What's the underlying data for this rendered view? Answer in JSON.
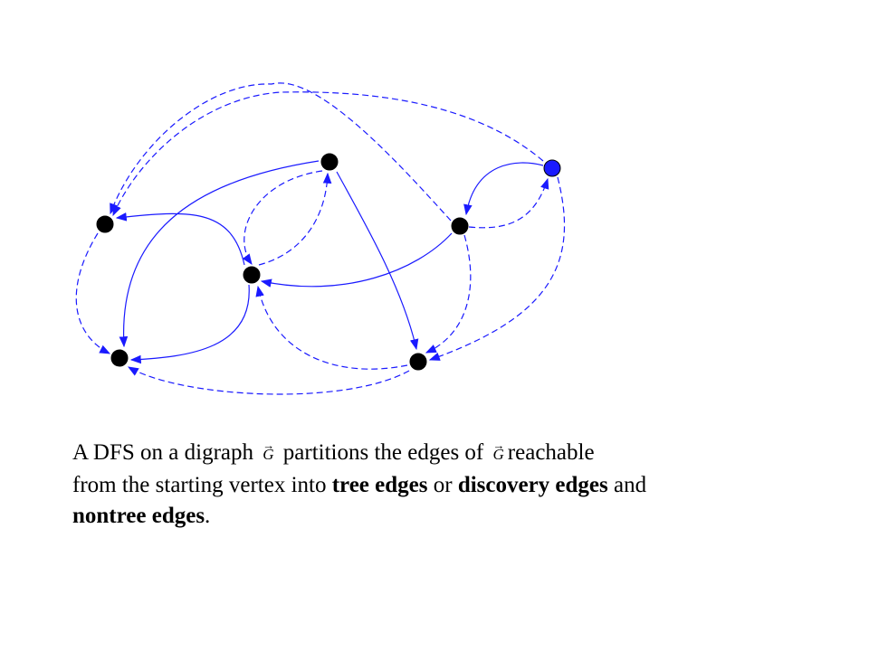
{
  "colors": {
    "edge": "#1a1aff",
    "vertex": "#000000",
    "start_vertex": "#1a1aff"
  },
  "diagram": {
    "vertices": [
      {
        "id": "a",
        "start": false
      },
      {
        "id": "b",
        "start": false
      },
      {
        "id": "c",
        "start": false
      },
      {
        "id": "d",
        "start": false
      },
      {
        "id": "e",
        "start": false
      },
      {
        "id": "f",
        "start": false
      },
      {
        "id": "g",
        "start": true
      }
    ],
    "tree_edges": [
      {
        "from": "g",
        "to": "e"
      },
      {
        "from": "e",
        "to": "c"
      },
      {
        "from": "c",
        "to": "a"
      },
      {
        "from": "c",
        "to": "d"
      },
      {
        "from": "d",
        "to": "b"
      },
      {
        "from": "b",
        "to": "f"
      }
    ],
    "nontree_edges": [
      {
        "from": "e",
        "to": "g"
      },
      {
        "from": "e",
        "to": "a"
      },
      {
        "from": "e",
        "to": "f"
      },
      {
        "from": "g",
        "to": "a"
      },
      {
        "from": "g",
        "to": "f"
      },
      {
        "from": "a",
        "to": "d"
      },
      {
        "from": "c",
        "to": "b"
      },
      {
        "from": "b",
        "to": "c"
      },
      {
        "from": "f",
        "to": "c"
      },
      {
        "from": "f",
        "to": "d"
      }
    ]
  },
  "caption": {
    "l1a": "A DFS on a digraph",
    "sym": "G",
    "sym_arrow": "→",
    "l1b": "partitions the edges of",
    "l1c": "reachable",
    "l2a": "from the starting vertex into",
    "l2b": "tree edges",
    "l2c": "or",
    "l2d": "discovery edges",
    "l2e": "and",
    "l3a": "nontree edges",
    "l3b": "."
  }
}
